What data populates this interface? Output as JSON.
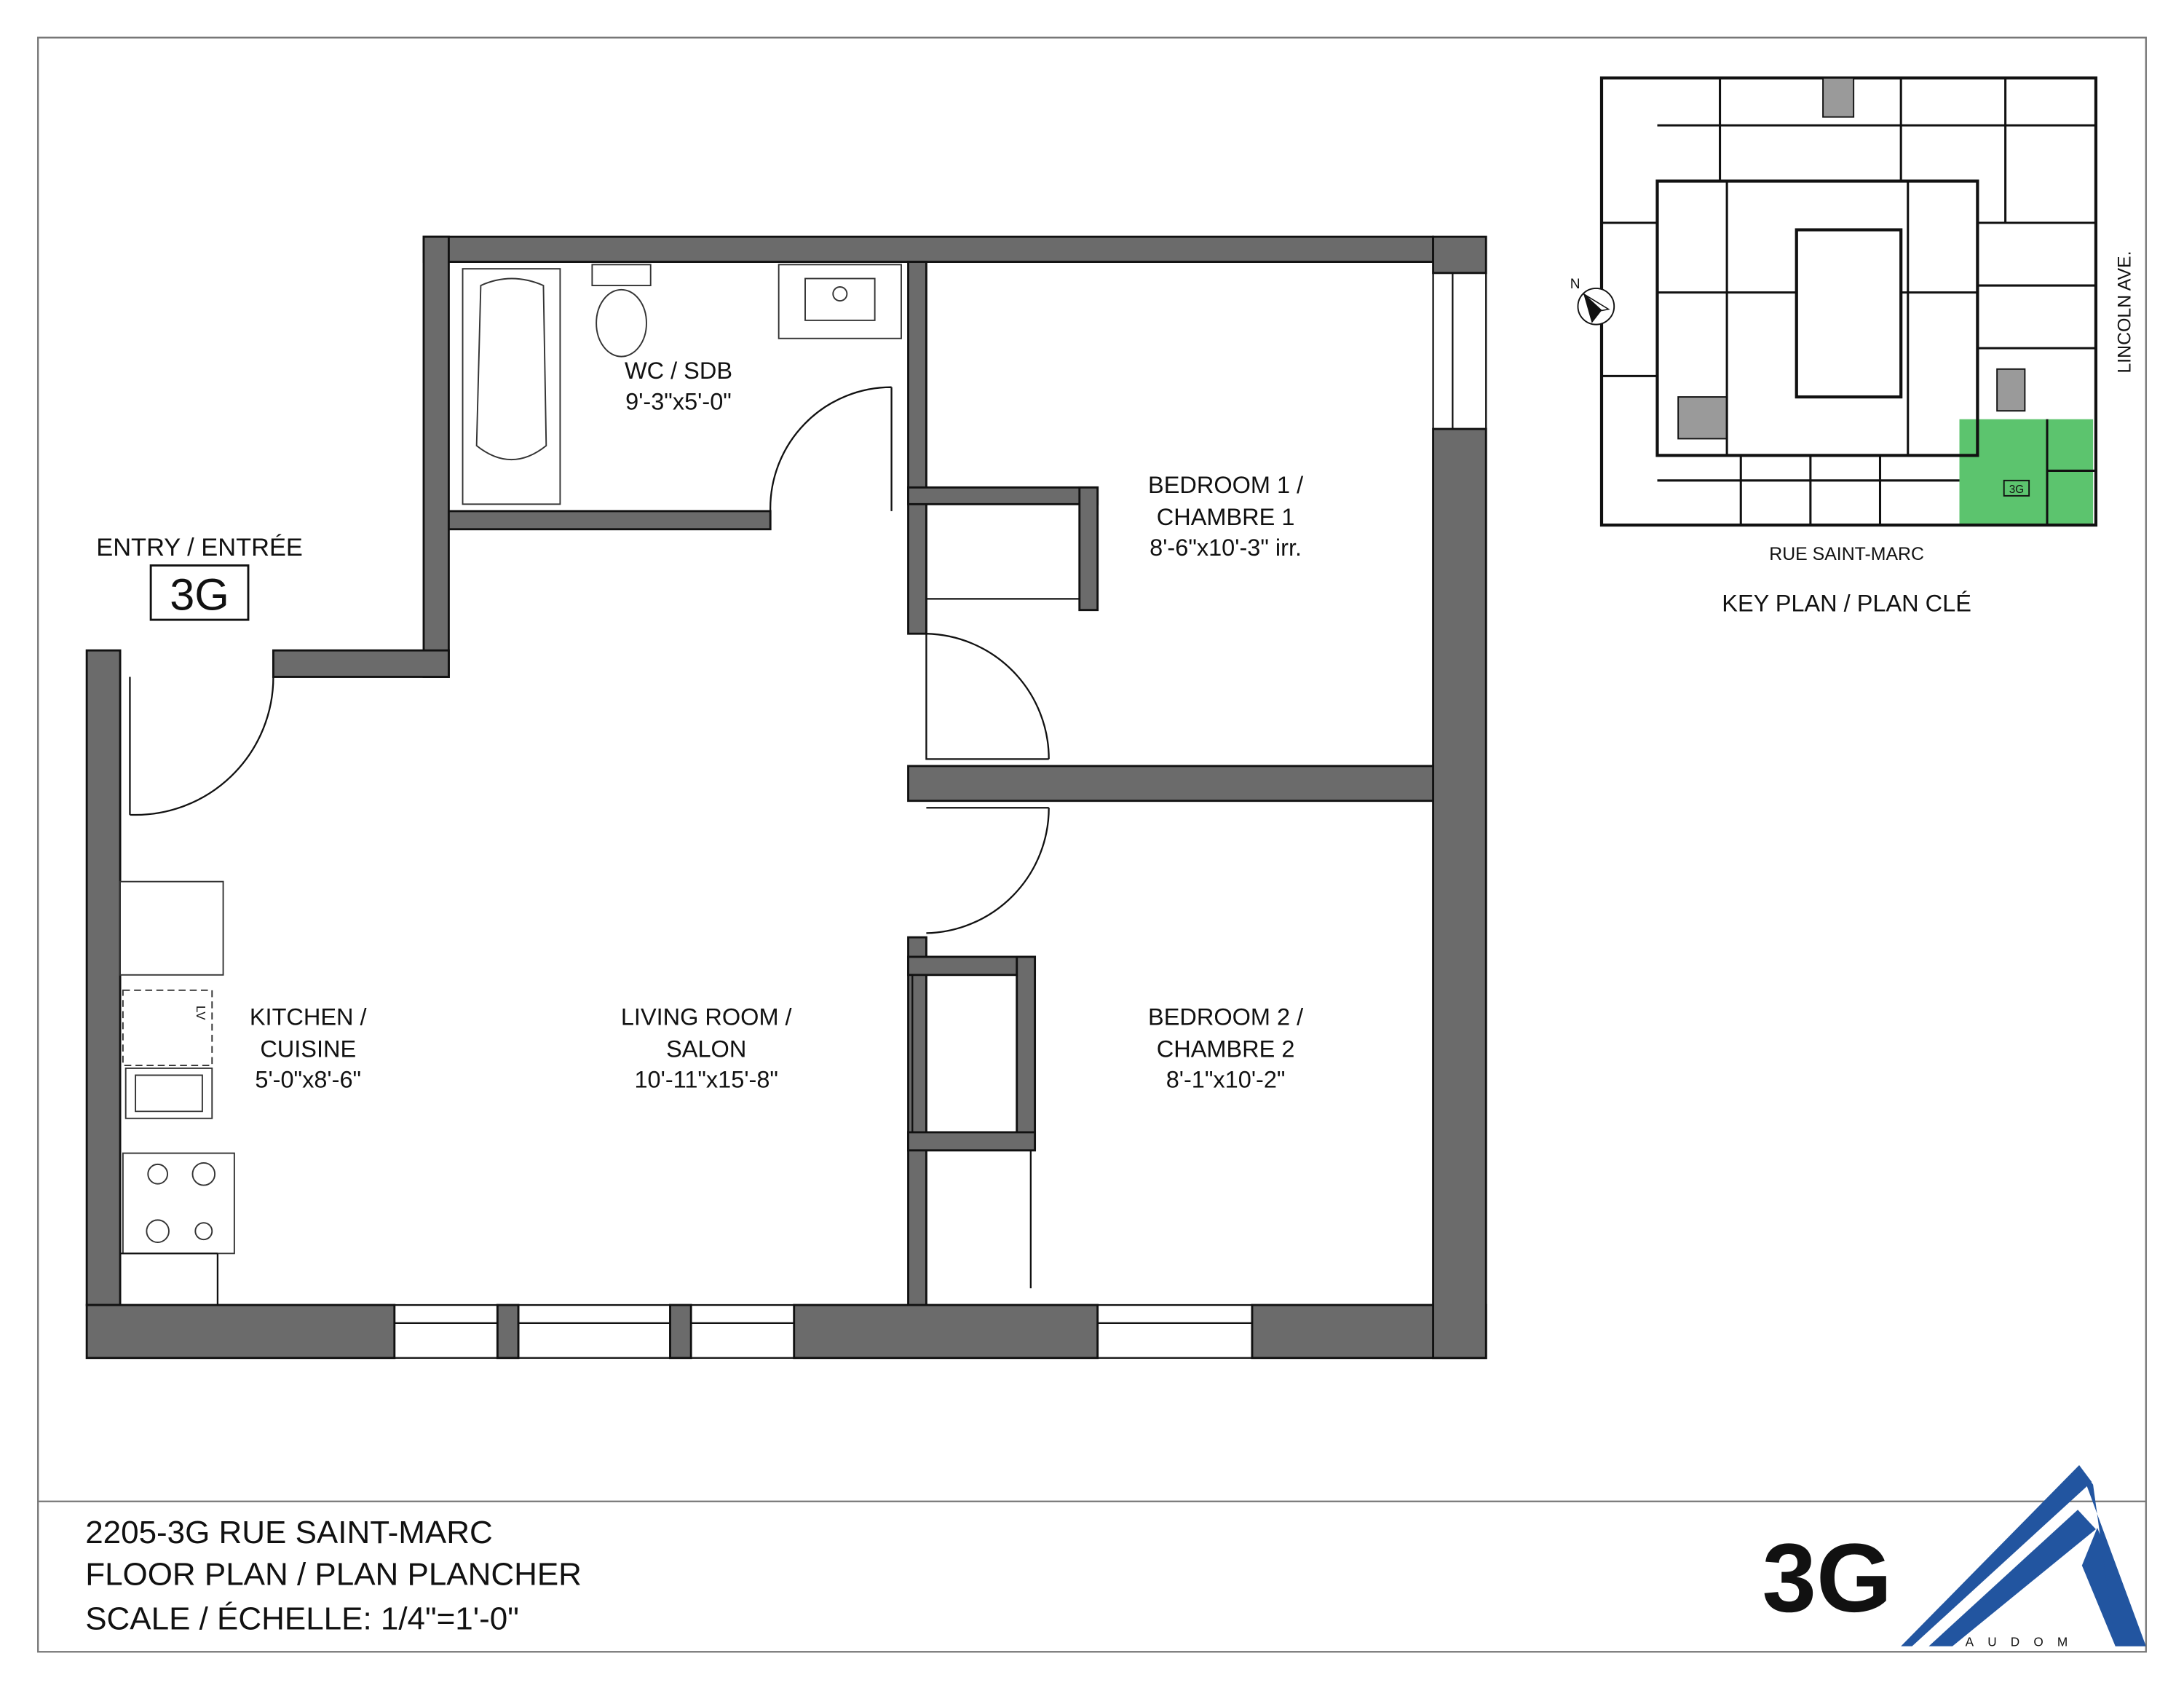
{
  "rooms": {
    "wc": {
      "name": "WC / SDB",
      "size": "9'-3\"x5'-0\""
    },
    "bedroom1": {
      "name_en": "BEDROOM 1 /",
      "name_fr": "CHAMBRE 1",
      "size": "8'-6\"x10'-3\" irr."
    },
    "bedroom2": {
      "name_en": "BEDROOM 2 /",
      "name_fr": "CHAMBRE 2",
      "size": "8'-1\"x10'-2\""
    },
    "kitchen": {
      "name_en": "KITCHEN /",
      "name_fr": "CUISINE",
      "size": "5'-0\"x8'-6\""
    },
    "living": {
      "name_en": "LIVING ROOM /",
      "name_fr": "SALON",
      "size": "10'-11\"x15'-8\""
    }
  },
  "entry": {
    "label": "ENTRY / ENTRÉE",
    "unit": "3G"
  },
  "appliance_label": "LV",
  "key_plan": {
    "title": "KEY PLAN / PLAN CLÉ",
    "street_bottom": "RUE SAINT-MARC",
    "street_right": "LINCOLN AVE.",
    "north": "N",
    "unit_tag": "3G",
    "highlight_color": "#5cc46e"
  },
  "title_block": {
    "address": "2205-3G RUE SAINT-MARC",
    "drawing": "FLOOR PLAN / PLAN PLANCHER",
    "scale": "SCALE / ÉCHELLE: 1/4\"=1'-0\"",
    "unit_large": "3G"
  },
  "logo": {
    "text": "AUDOM",
    "color": "#2255a0"
  }
}
